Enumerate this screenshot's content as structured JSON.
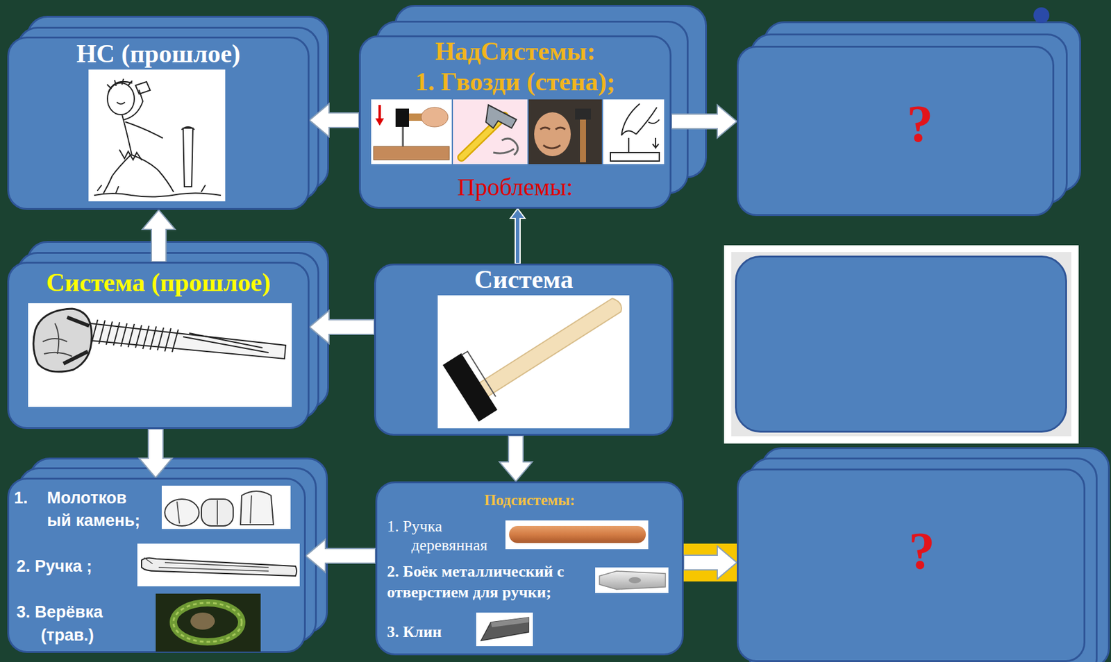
{
  "diagram": {
    "nodes": [
      {
        "text": [
          "НС (прошлое)"
        ]
      },
      {
        "text": [
          "НадСистемы:",
          "1. Гвозди (стена);",
          "Проблемы:"
        ]
      },
      {
        "text": [
          "?"
        ]
      },
      {
        "text": [
          "Система (прошлое)"
        ]
      },
      {
        "text": [
          "Система"
        ]
      },
      {
        "text": [
          "1.",
          "Молотков ый камень;",
          "2. Ручка ;",
          "3. Верёвка (трав.)"
        ]
      },
      {
        "text": [
          "Подсистемы:",
          "1. Ручка деревянная",
          "2. Боёк металлический с отверстием для ручки;",
          "3. Клин"
        ]
      },
      {
        "text": [
          "?"
        ]
      }
    ],
    "edges": [
      {
        "from": 1,
        "to": 0,
        "arrow": "to"
      },
      {
        "from": 1,
        "to": 2,
        "arrow": "to"
      },
      {
        "from": 3,
        "to": 0,
        "arrow": "to"
      },
      {
        "from": 4,
        "to": 1,
        "arrow": "to"
      },
      {
        "from": 4,
        "to": 3,
        "arrow": "to"
      },
      {
        "from": 3,
        "to": 5,
        "arrow": "to"
      },
      {
        "from": 4,
        "to": 6,
        "arrow": "to"
      },
      {
        "from": 6,
        "to": 5,
        "arrow": "to"
      },
      {
        "from": 6,
        "to": 7,
        "arrow": "to"
      }
    ]
  }
}
